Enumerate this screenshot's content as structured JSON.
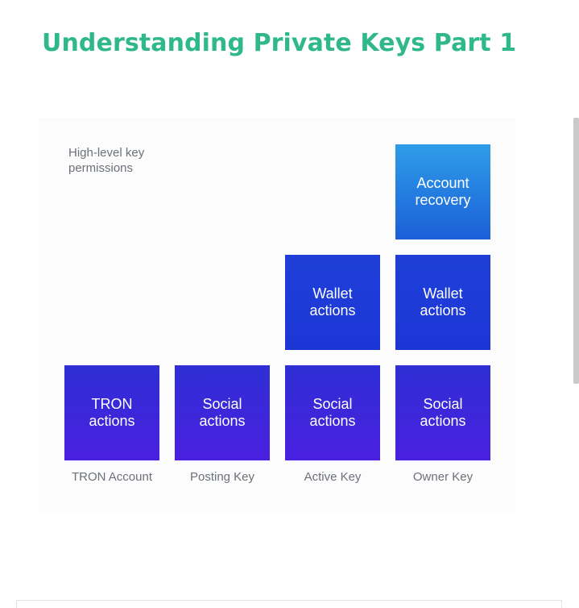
{
  "title": "Understanding Private Keys Part 1",
  "diagram": {
    "caption": "High-level key permissions",
    "colors": {
      "title": "#2fb98a",
      "account_box": "#4a1fe0",
      "wallet_box": "#1f3fd8",
      "recovery_box": "#2e9de8",
      "label": "#6b7178"
    },
    "columns": [
      {
        "label": "TRON Account",
        "boxes": [
          "TRON actions"
        ]
      },
      {
        "label": "Posting Key",
        "boxes": [
          "Social actions"
        ]
      },
      {
        "label": "Active Key",
        "boxes": [
          "Social actions",
          "Wallet actions"
        ]
      },
      {
        "label": "Owner Key",
        "boxes": [
          "Social actions",
          "Wallet actions",
          "Account recovery"
        ]
      }
    ]
  }
}
